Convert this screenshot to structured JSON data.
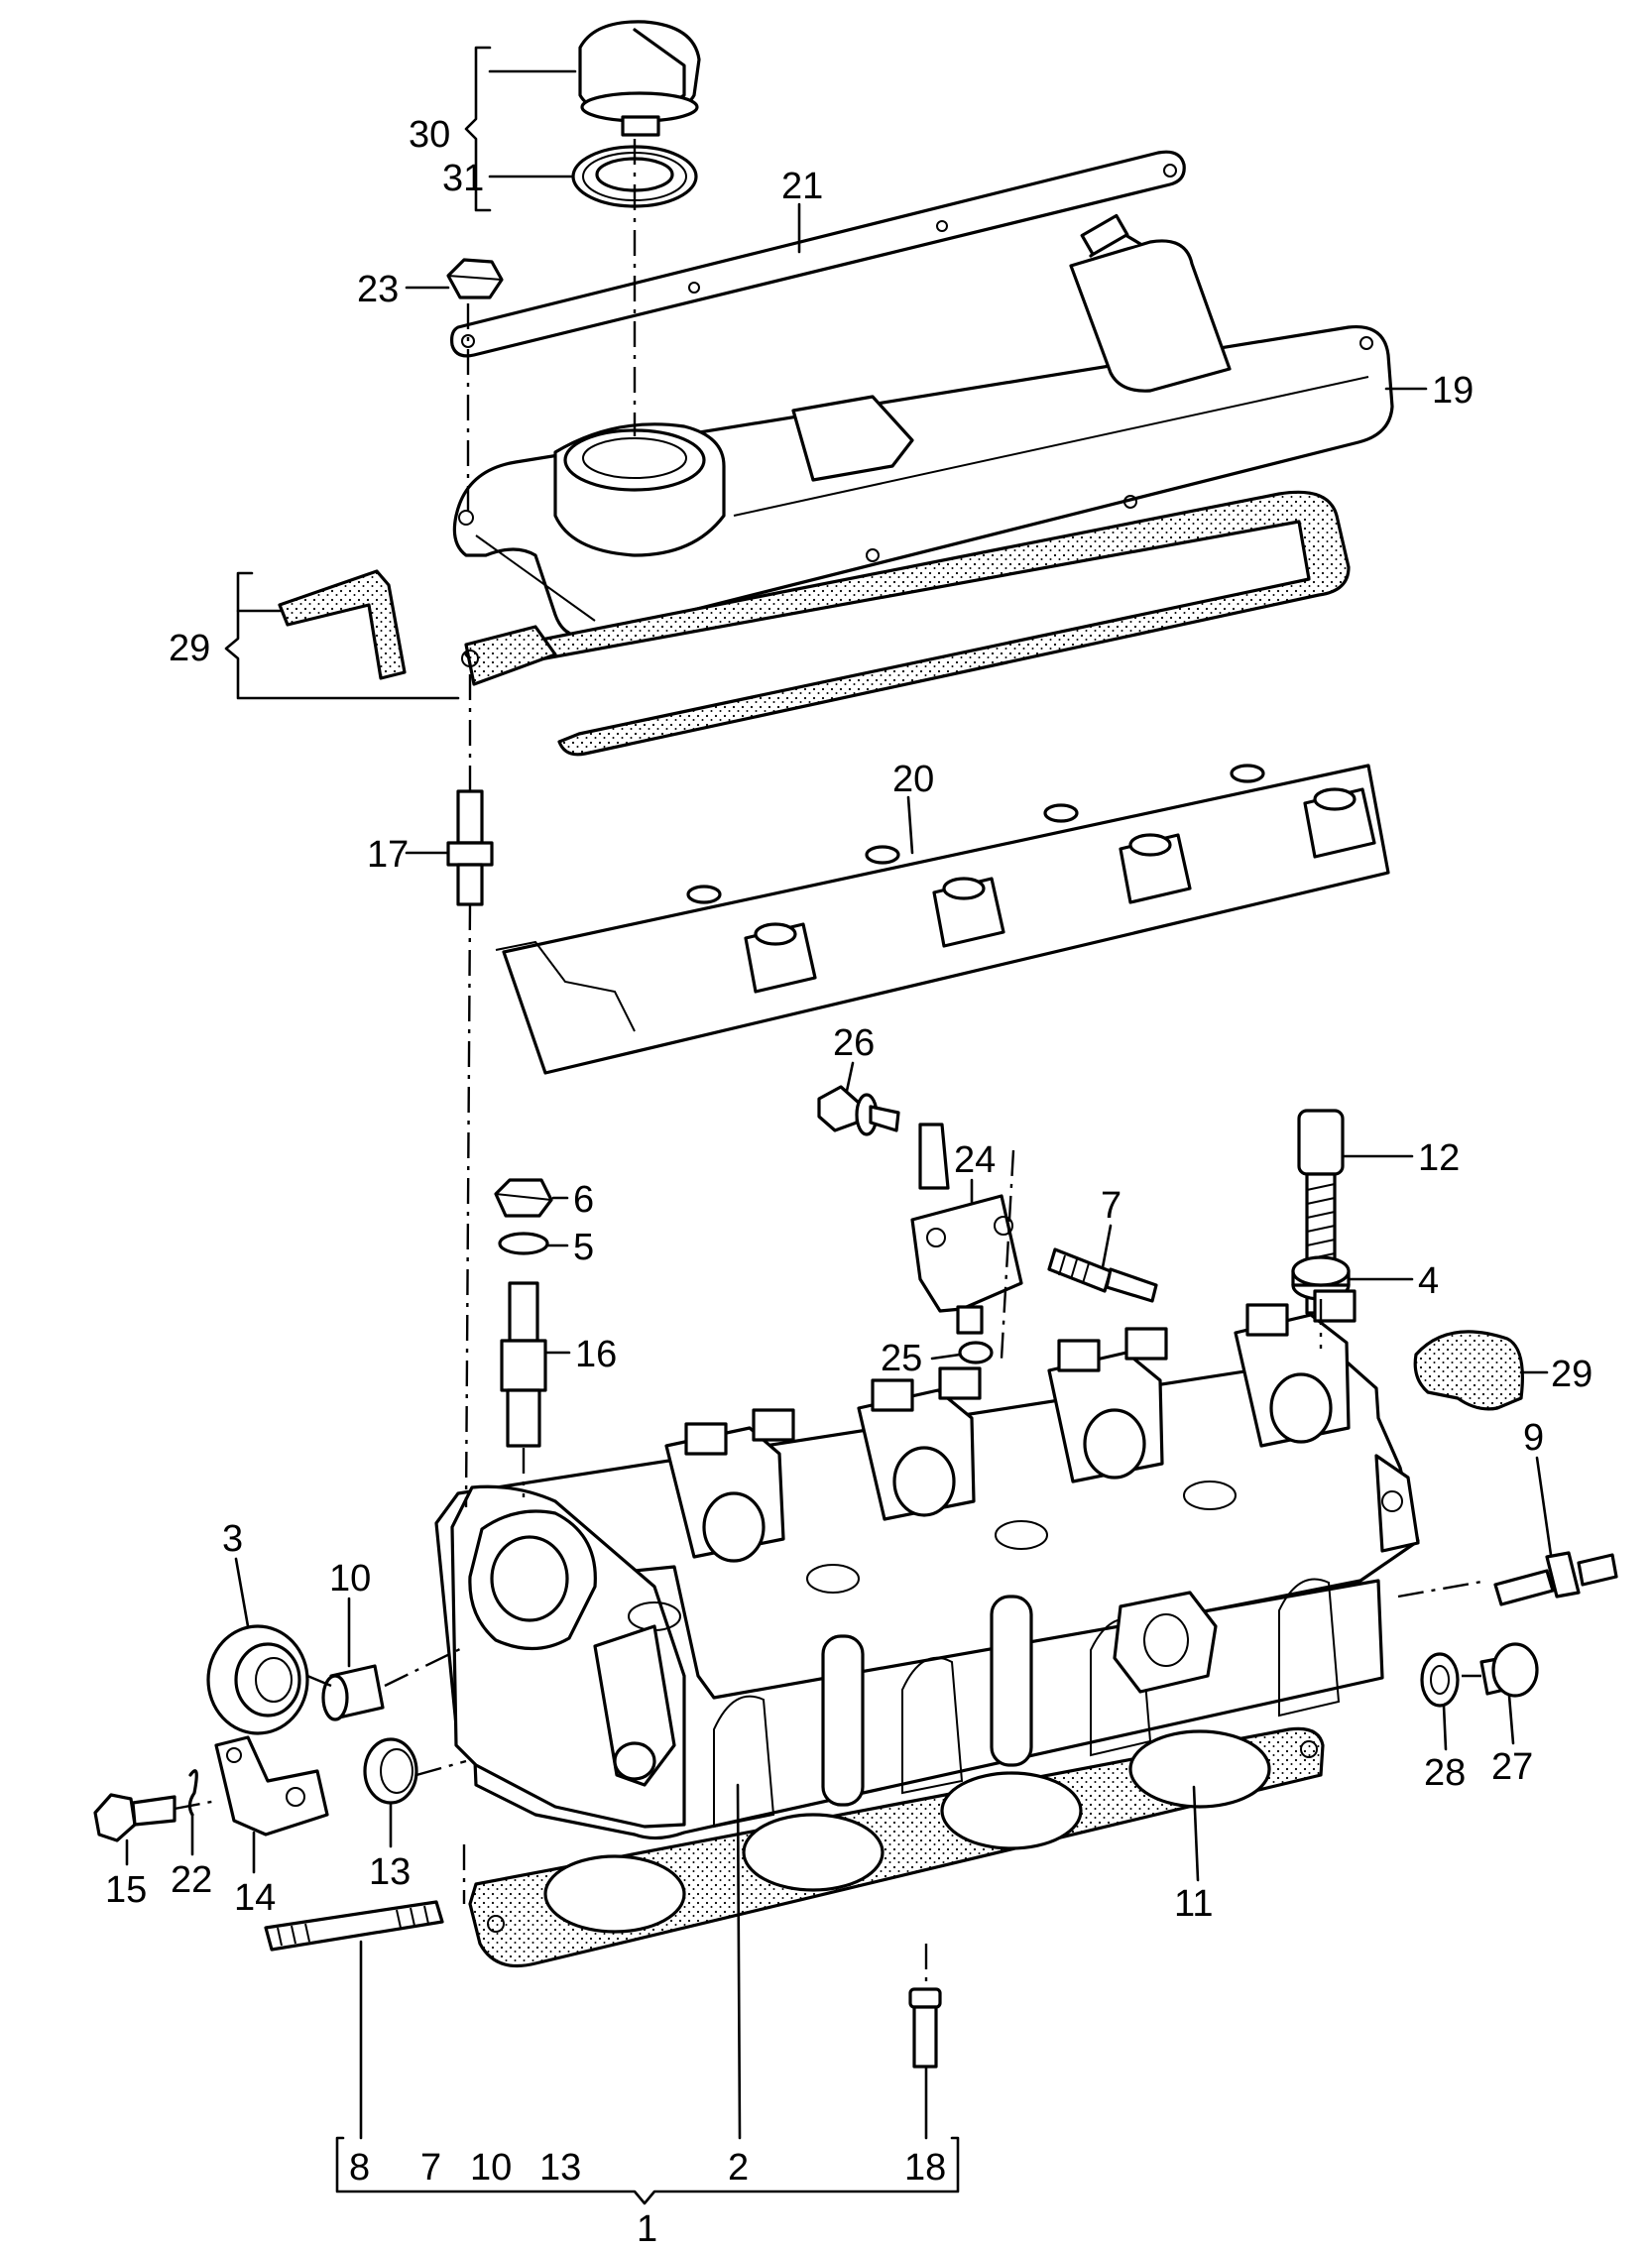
{
  "callouts": [
    {
      "id": "c30",
      "text": "30"
    },
    {
      "id": "c31",
      "text": "31"
    },
    {
      "id": "c21",
      "text": "21"
    },
    {
      "id": "c23",
      "text": "23"
    },
    {
      "id": "c19",
      "text": "19"
    },
    {
      "id": "c29a",
      "text": "29"
    },
    {
      "id": "c20",
      "text": "20"
    },
    {
      "id": "c17",
      "text": "17"
    },
    {
      "id": "c26",
      "text": "26"
    },
    {
      "id": "c24",
      "text": "24"
    },
    {
      "id": "c12",
      "text": "12"
    },
    {
      "id": "c6",
      "text": "6"
    },
    {
      "id": "c5",
      "text": "5"
    },
    {
      "id": "c7a",
      "text": "7"
    },
    {
      "id": "c4",
      "text": "4"
    },
    {
      "id": "c16",
      "text": "16"
    },
    {
      "id": "c25",
      "text": "25"
    },
    {
      "id": "c29b",
      "text": "29"
    },
    {
      "id": "c9",
      "text": "9"
    },
    {
      "id": "c3",
      "text": "3"
    },
    {
      "id": "c10a",
      "text": "10"
    },
    {
      "id": "c28",
      "text": "28"
    },
    {
      "id": "c27",
      "text": "27"
    },
    {
      "id": "c15",
      "text": "15"
    },
    {
      "id": "c22",
      "text": "22"
    },
    {
      "id": "c14",
      "text": "14"
    },
    {
      "id": "c13a",
      "text": "13"
    },
    {
      "id": "c11",
      "text": "11"
    },
    {
      "id": "c8",
      "text": "8"
    },
    {
      "id": "c7b",
      "text": "7"
    },
    {
      "id": "c10b",
      "text": "10"
    },
    {
      "id": "c13b",
      "text": "13"
    },
    {
      "id": "c2",
      "text": "2"
    },
    {
      "id": "c18",
      "text": "18"
    },
    {
      "id": "c1",
      "text": "1"
    }
  ]
}
